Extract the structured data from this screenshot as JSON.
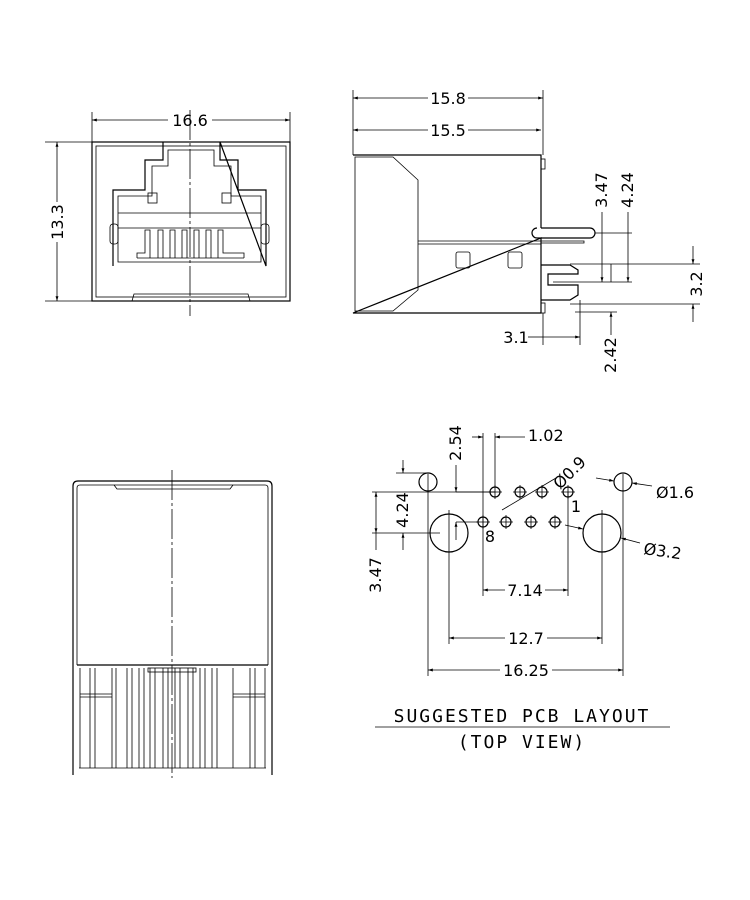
{
  "drawing": {
    "front_view": {
      "width_dim": "16.6",
      "height_dim": "13.3"
    },
    "side_view": {
      "overall_length": "15.8",
      "body_length": "15.5",
      "dim_347": "3.47",
      "dim_424": "4.24",
      "dim_32": "3.2",
      "dim_242": "2.42",
      "dim_31": "3.1"
    },
    "pcb_layout": {
      "dim_254": "2.54",
      "dim_102": "1.02",
      "hole_small": "Ø0.9",
      "hole_mount": "Ø1.6",
      "hole_boss": "Ø3.2",
      "dim_424": "4.24",
      "dim_347": "3.47",
      "dim_714": "7.14",
      "dim_127": "12.7",
      "dim_1625": "16.25",
      "pin_first": "1",
      "pin_last": "8",
      "title": "SUGGESTED PCB LAYOUT",
      "subtitle": "(TOP VIEW)"
    }
  }
}
